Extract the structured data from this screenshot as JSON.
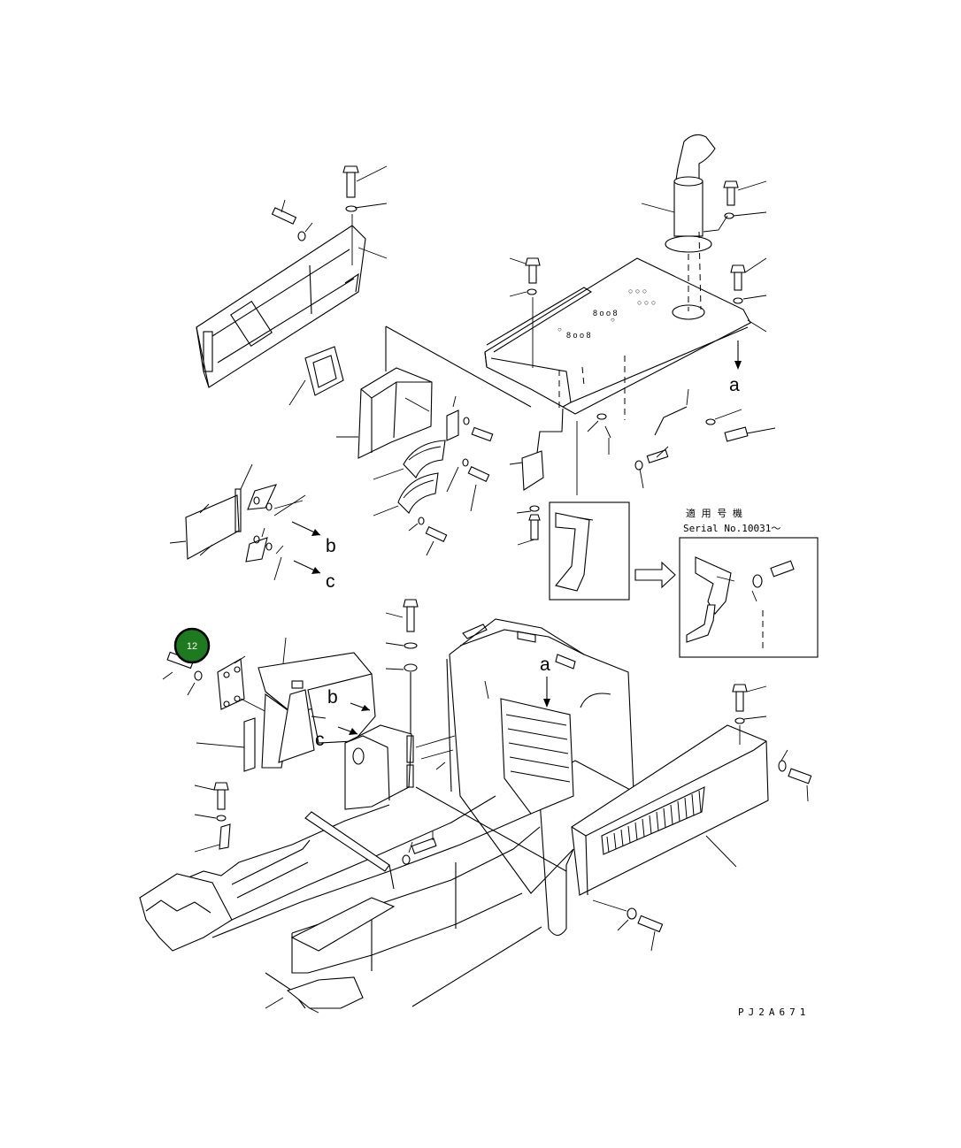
{
  "labels": {
    "a": "a",
    "b": "b",
    "c": "c"
  },
  "serial_note": {
    "title": "適 用 号 機",
    "serial": "Serial No.10031～"
  },
  "drawing_code": "PJ2A671",
  "callout": {
    "number": "12",
    "color": "#1e7a1e",
    "border_color": "#000000"
  }
}
